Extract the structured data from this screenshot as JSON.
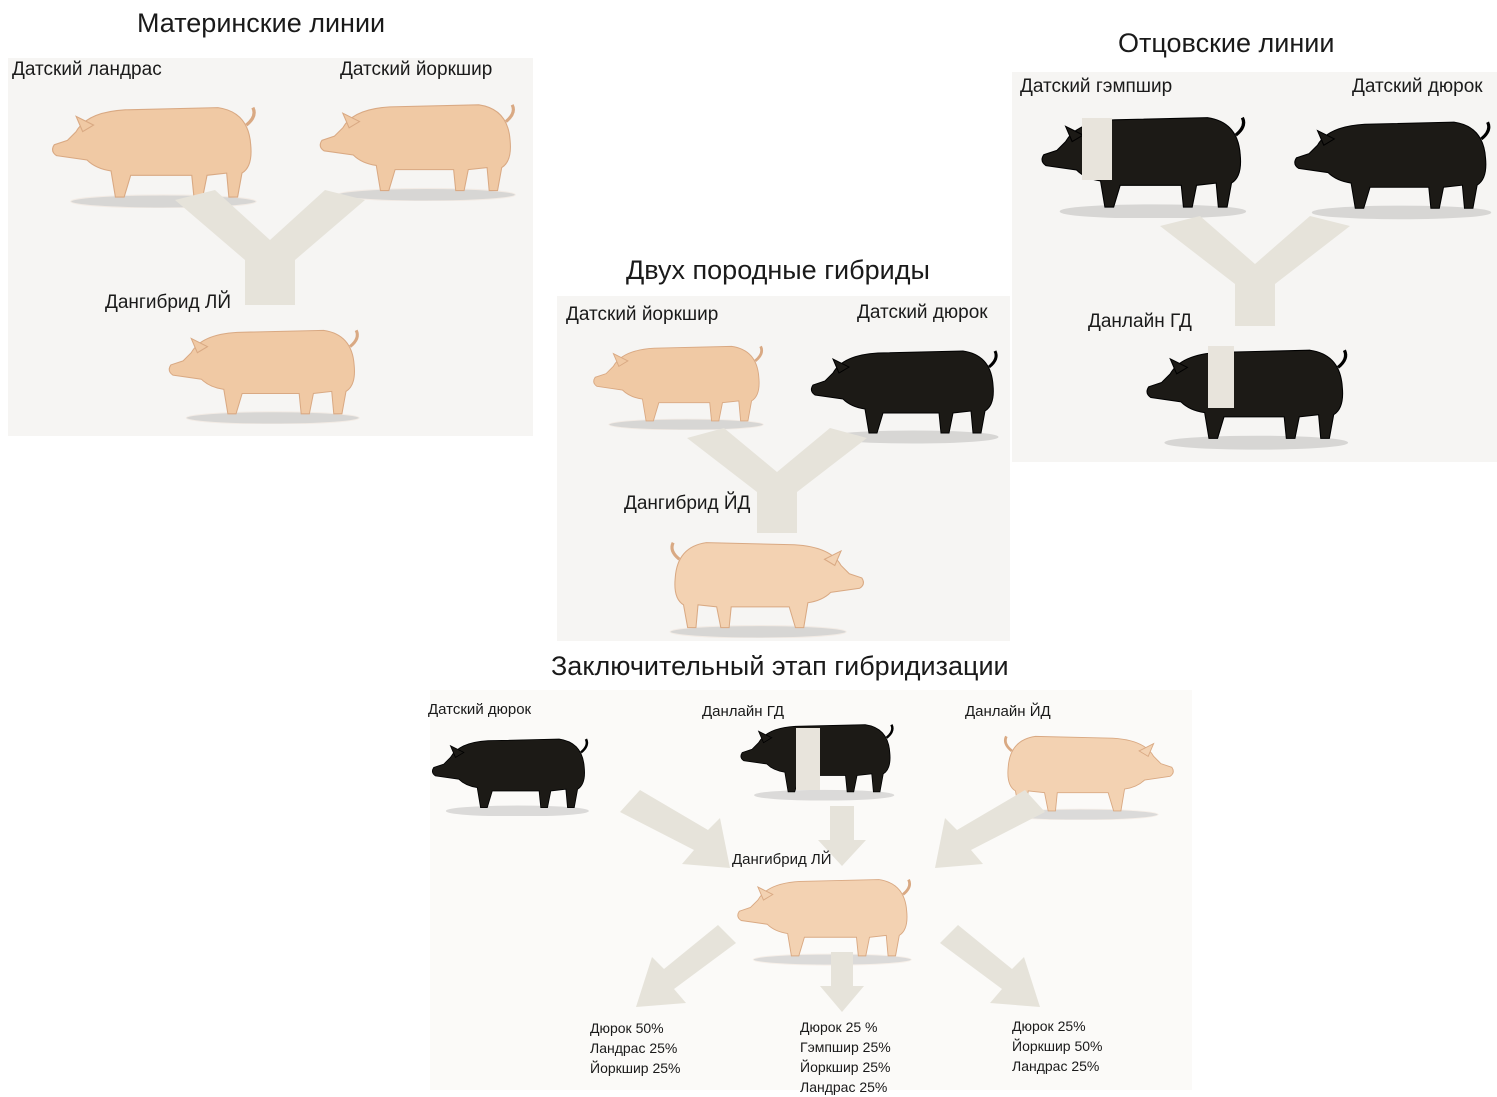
{
  "maternal": {
    "title": "Материнские линии",
    "parent_left": "Датский ландрас",
    "parent_right": "Датский йоркшир",
    "child": "Дангибрид ЛЙ"
  },
  "paternal": {
    "title": "Отцовские линии",
    "parent_left": "Датский гэмпшир",
    "parent_right": "Датский дюрок",
    "child": "Данлайн ГД"
  },
  "twobreed": {
    "title": "Двух породные гибриды",
    "parent_left": "Датский йоркшир",
    "parent_right": "Датский дюрок",
    "child": "Дангибрид ЙД"
  },
  "final": {
    "title": "Заключительный этап гибридизации",
    "parent_left": "Датский дюрок",
    "parent_mid": "Данлайн ГД",
    "parent_right": "Данлайн ЙД",
    "center": "Дангибрид ЛЙ",
    "offspring_left": [
      "Дюрок 50%",
      "Ландрас 25%",
      "Йоркшир 25%"
    ],
    "offspring_mid": [
      "Дюрок 25 %",
      "Гэмпшир 25%",
      "Йоркшир 25%",
      "Ландрас 25%"
    ],
    "offspring_right": [
      "Дюрок 25%",
      "Йоркшир 50%",
      "Ландрас 25%"
    ]
  },
  "colors": {
    "pink_pig": "#f0c9a4",
    "pink_shade": "#d9a983",
    "black_pig": "#1c1a16",
    "belt": "#e8e4dc",
    "arrow": "#e6e3da",
    "panel": "#f6f5f3"
  }
}
